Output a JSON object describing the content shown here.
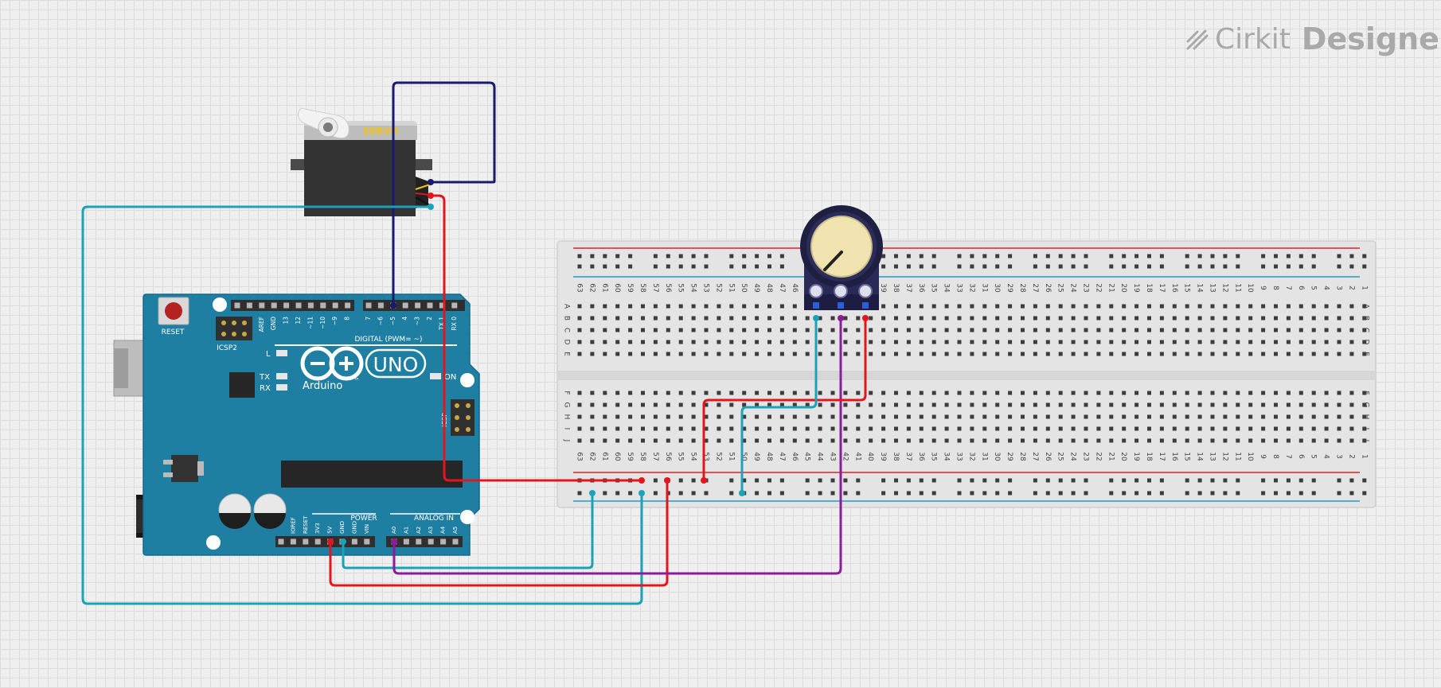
{
  "logo": {
    "brand": "Cirkit",
    "product": "Designer"
  },
  "servo": {
    "label": "SERVO"
  },
  "arduino": {
    "brand": "Arduino",
    "model": "UNO",
    "tm": "™",
    "reset": "RESET",
    "icsp2": "ICSP2",
    "icsp": "ICSP",
    "on": "ON",
    "led_l": "L",
    "led_tx": "TX",
    "led_rx": "RX",
    "digital": "DIGITAL (PWM= ~)",
    "power": "POWER",
    "analog": "ANALOG IN",
    "digital_pins": [
      "AREF",
      "GND",
      "13",
      "12",
      "~11",
      "~10",
      "~9",
      "8",
      "7",
      "~6",
      "~5",
      "4",
      "~3",
      "2",
      "TX 1",
      "RX 0"
    ],
    "power_pins": [
      "IOREF",
      "RESET",
      "3V3",
      "5V",
      "GND",
      "GND",
      "VIN"
    ],
    "analog_pins": [
      "A0",
      "A1",
      "A2",
      "A3",
      "A4",
      "A5"
    ]
  },
  "breadboard": {
    "columns": [
      "63",
      "62",
      "61",
      "60",
      "59",
      "58",
      "57",
      "56",
      "55",
      "54",
      "53",
      "52",
      "51",
      "50",
      "49",
      "48",
      "47",
      "46",
      "45",
      "44",
      "43",
      "42",
      "41",
      "40",
      "39",
      "38",
      "37",
      "36",
      "35",
      "34",
      "33",
      "32",
      "31",
      "30",
      "29",
      "28",
      "27",
      "26",
      "25",
      "24",
      "23",
      "22",
      "21",
      "20",
      "19",
      "18",
      "17",
      "16",
      "15",
      "14",
      "13",
      "12",
      "11",
      "10",
      "9",
      "8",
      "7",
      "6",
      "5",
      "4",
      "3",
      "2",
      "1"
    ],
    "rows_top": [
      "A",
      "B",
      "C",
      "D",
      "E"
    ],
    "rows_bottom": [
      "F",
      "G",
      "H",
      "I",
      "J"
    ]
  },
  "colors": {
    "wire_red": "#e0171c",
    "wire_cyan": "#1aa3b8",
    "wire_navy": "#1a1a6e",
    "wire_purple": "#8e1b9b",
    "board": "#1f7fa3",
    "rail_red": "#e02020",
    "rail_blue": "#1e9ec0"
  }
}
